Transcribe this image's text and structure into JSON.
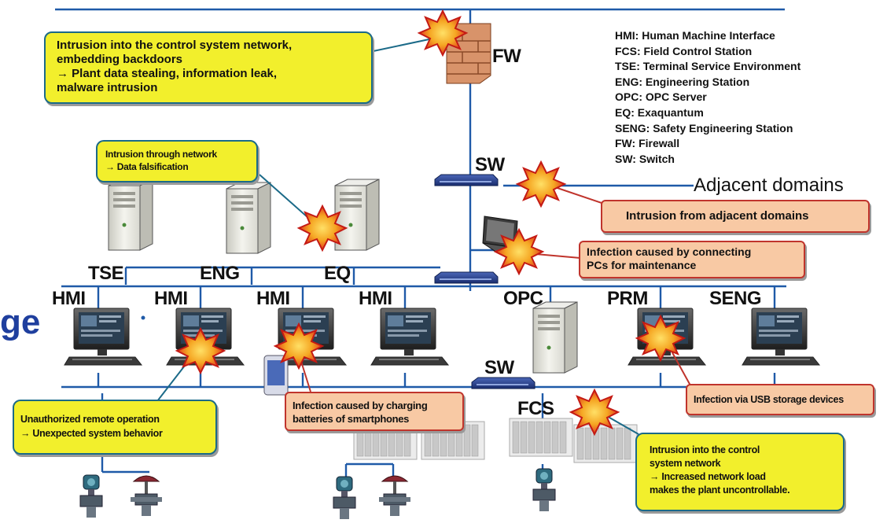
{
  "legend": [
    "HMI: Human Machine Interface",
    "FCS: Field Control Station",
    "TSE: Terminal Service Environment",
    "ENG: Engineering Station",
    "OPC: OPC Server",
    "EQ: Exaquantum",
    "SENG: Safety Engineering Station",
    "FW: Firewall",
    "SW: Switch"
  ],
  "devices": {
    "fw": "FW",
    "sw_top": "SW",
    "sw_bottom": "SW",
    "tse": "TSE",
    "eng": "ENG",
    "eq": "EQ",
    "hmi1": "HMI",
    "hmi2": "HMI",
    "hmi3": "HMI",
    "hmi4": "HMI",
    "opc": "OPC",
    "prm": "PRM",
    "seng": "SENG",
    "fcs": "FCS"
  },
  "adjacent_domains": "Adjacent domains",
  "edge_text": "ge",
  "threats": {
    "control_network_backdoor": "Intrusion into the control system network,\nembedding backdoors\n→ Plant data stealing, information leak,\n    malware intrusion",
    "network_intrusion": "Intrusion through network\n→ Data falsification",
    "adjacent_domains": "Intrusion from adjacent domains",
    "maintenance_pc": "Infection caused by connecting\nPCs for maintenance",
    "remote_operation": "Unauthorized remote operation\n→ Unexpected system behavior",
    "smartphones": "Infection caused by charging\nbatteries of smartphones",
    "usb": "Infection via USB storage devices",
    "fcs_network": "Intrusion into the control\nsystem network\n→ Increased network load\n    makes the plant uncontrollable."
  },
  "colors": {
    "network_line": "#1f5aa8",
    "yellow_callout": "#f2ef2c",
    "yellow_callout_border": "#1b6a88",
    "orange_callout": "#f8c9a4",
    "orange_callout_border": "#c0342c",
    "threat_star_outer": "#d62d1e",
    "threat_star_inner": "#f6c431"
  }
}
